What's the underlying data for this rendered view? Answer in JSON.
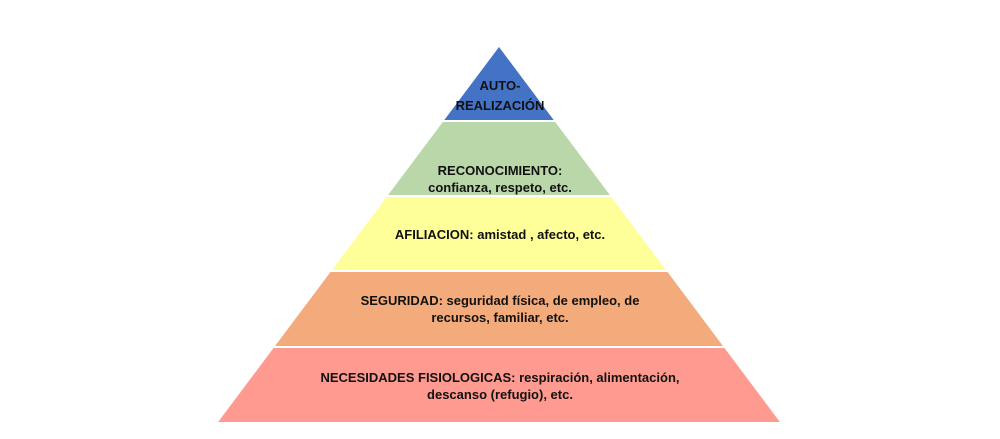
{
  "title": "Pirámide de necesidades",
  "levels": [
    {
      "lines": [
        "AUTO-",
        "REALIZACIÓN"
      ],
      "color": "#4472C4"
    },
    {
      "lines": [
        "RECONOCIMIENTO:",
        "confianza, respeto, etc."
      ],
      "color": "#B9D7A8"
    },
    {
      "lines": [
        "AFILIACION: amistad , afecto, etc."
      ],
      "color": "#FFFF99"
    },
    {
      "lines": [
        "SEGURIDAD:  seguridad física, de empleo, de",
        "recursos, familiar, etc."
      ],
      "color": "#F4AB7C"
    },
    {
      "lines": [
        "NECESIDADES FISIOLOGICAS: respiración, alimentación,",
        "descanso (refugio), etc."
      ],
      "color": "#FF9A90"
    }
  ]
}
